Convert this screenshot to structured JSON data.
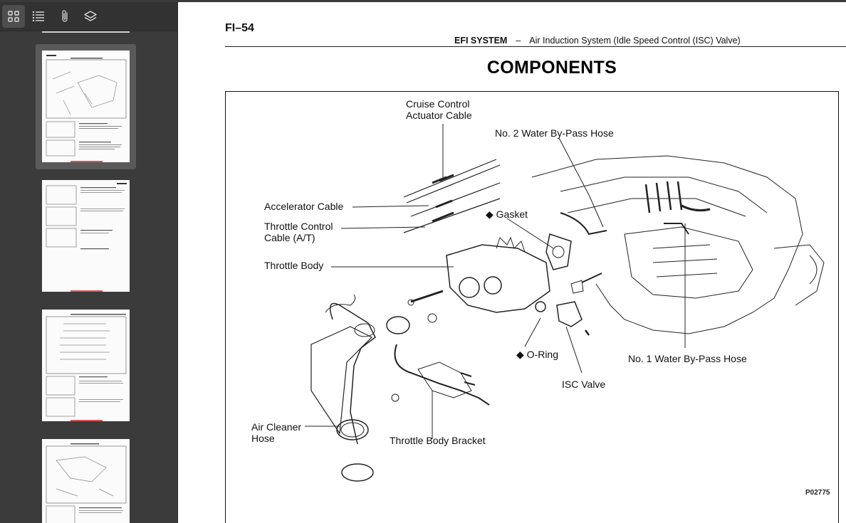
{
  "toolbar": {
    "buttons": [
      {
        "icon": "thumbnails-icon",
        "active": true
      },
      {
        "icon": "outline-icon",
        "active": false
      },
      {
        "icon": "attachments-icon",
        "active": false
      },
      {
        "icon": "layers-icon",
        "active": false
      }
    ]
  },
  "document": {
    "page_number": "FI–54",
    "section": "EFI SYSTEM",
    "separator": "–",
    "subsection": "Air Induction System (Idle Speed Control (ISC) Valve)",
    "heading": "COMPONENTS"
  },
  "figure": {
    "code": "P02775",
    "labels": {
      "cruise_line1": "Cruise Control",
      "cruise_line2": "Actuator Cable",
      "water_hose_2": "No. 2 Water By-Pass Hose",
      "accelerator": "Accelerator Cable",
      "throttle_ctrl_line1": "Throttle Control",
      "throttle_ctrl_line2": "Cable (A/T)",
      "gasket": "◆ Gasket",
      "throttle_body": "Throttle Body",
      "oring": "◆ O-Ring",
      "water_hose_1": "No. 1 Water By-Pass Hose",
      "isc_valve": "ISC Valve",
      "air_cleaner_line1": "Air Cleaner",
      "air_cleaner_line2": "Hose",
      "bracket": "Throttle Body Bracket"
    }
  }
}
